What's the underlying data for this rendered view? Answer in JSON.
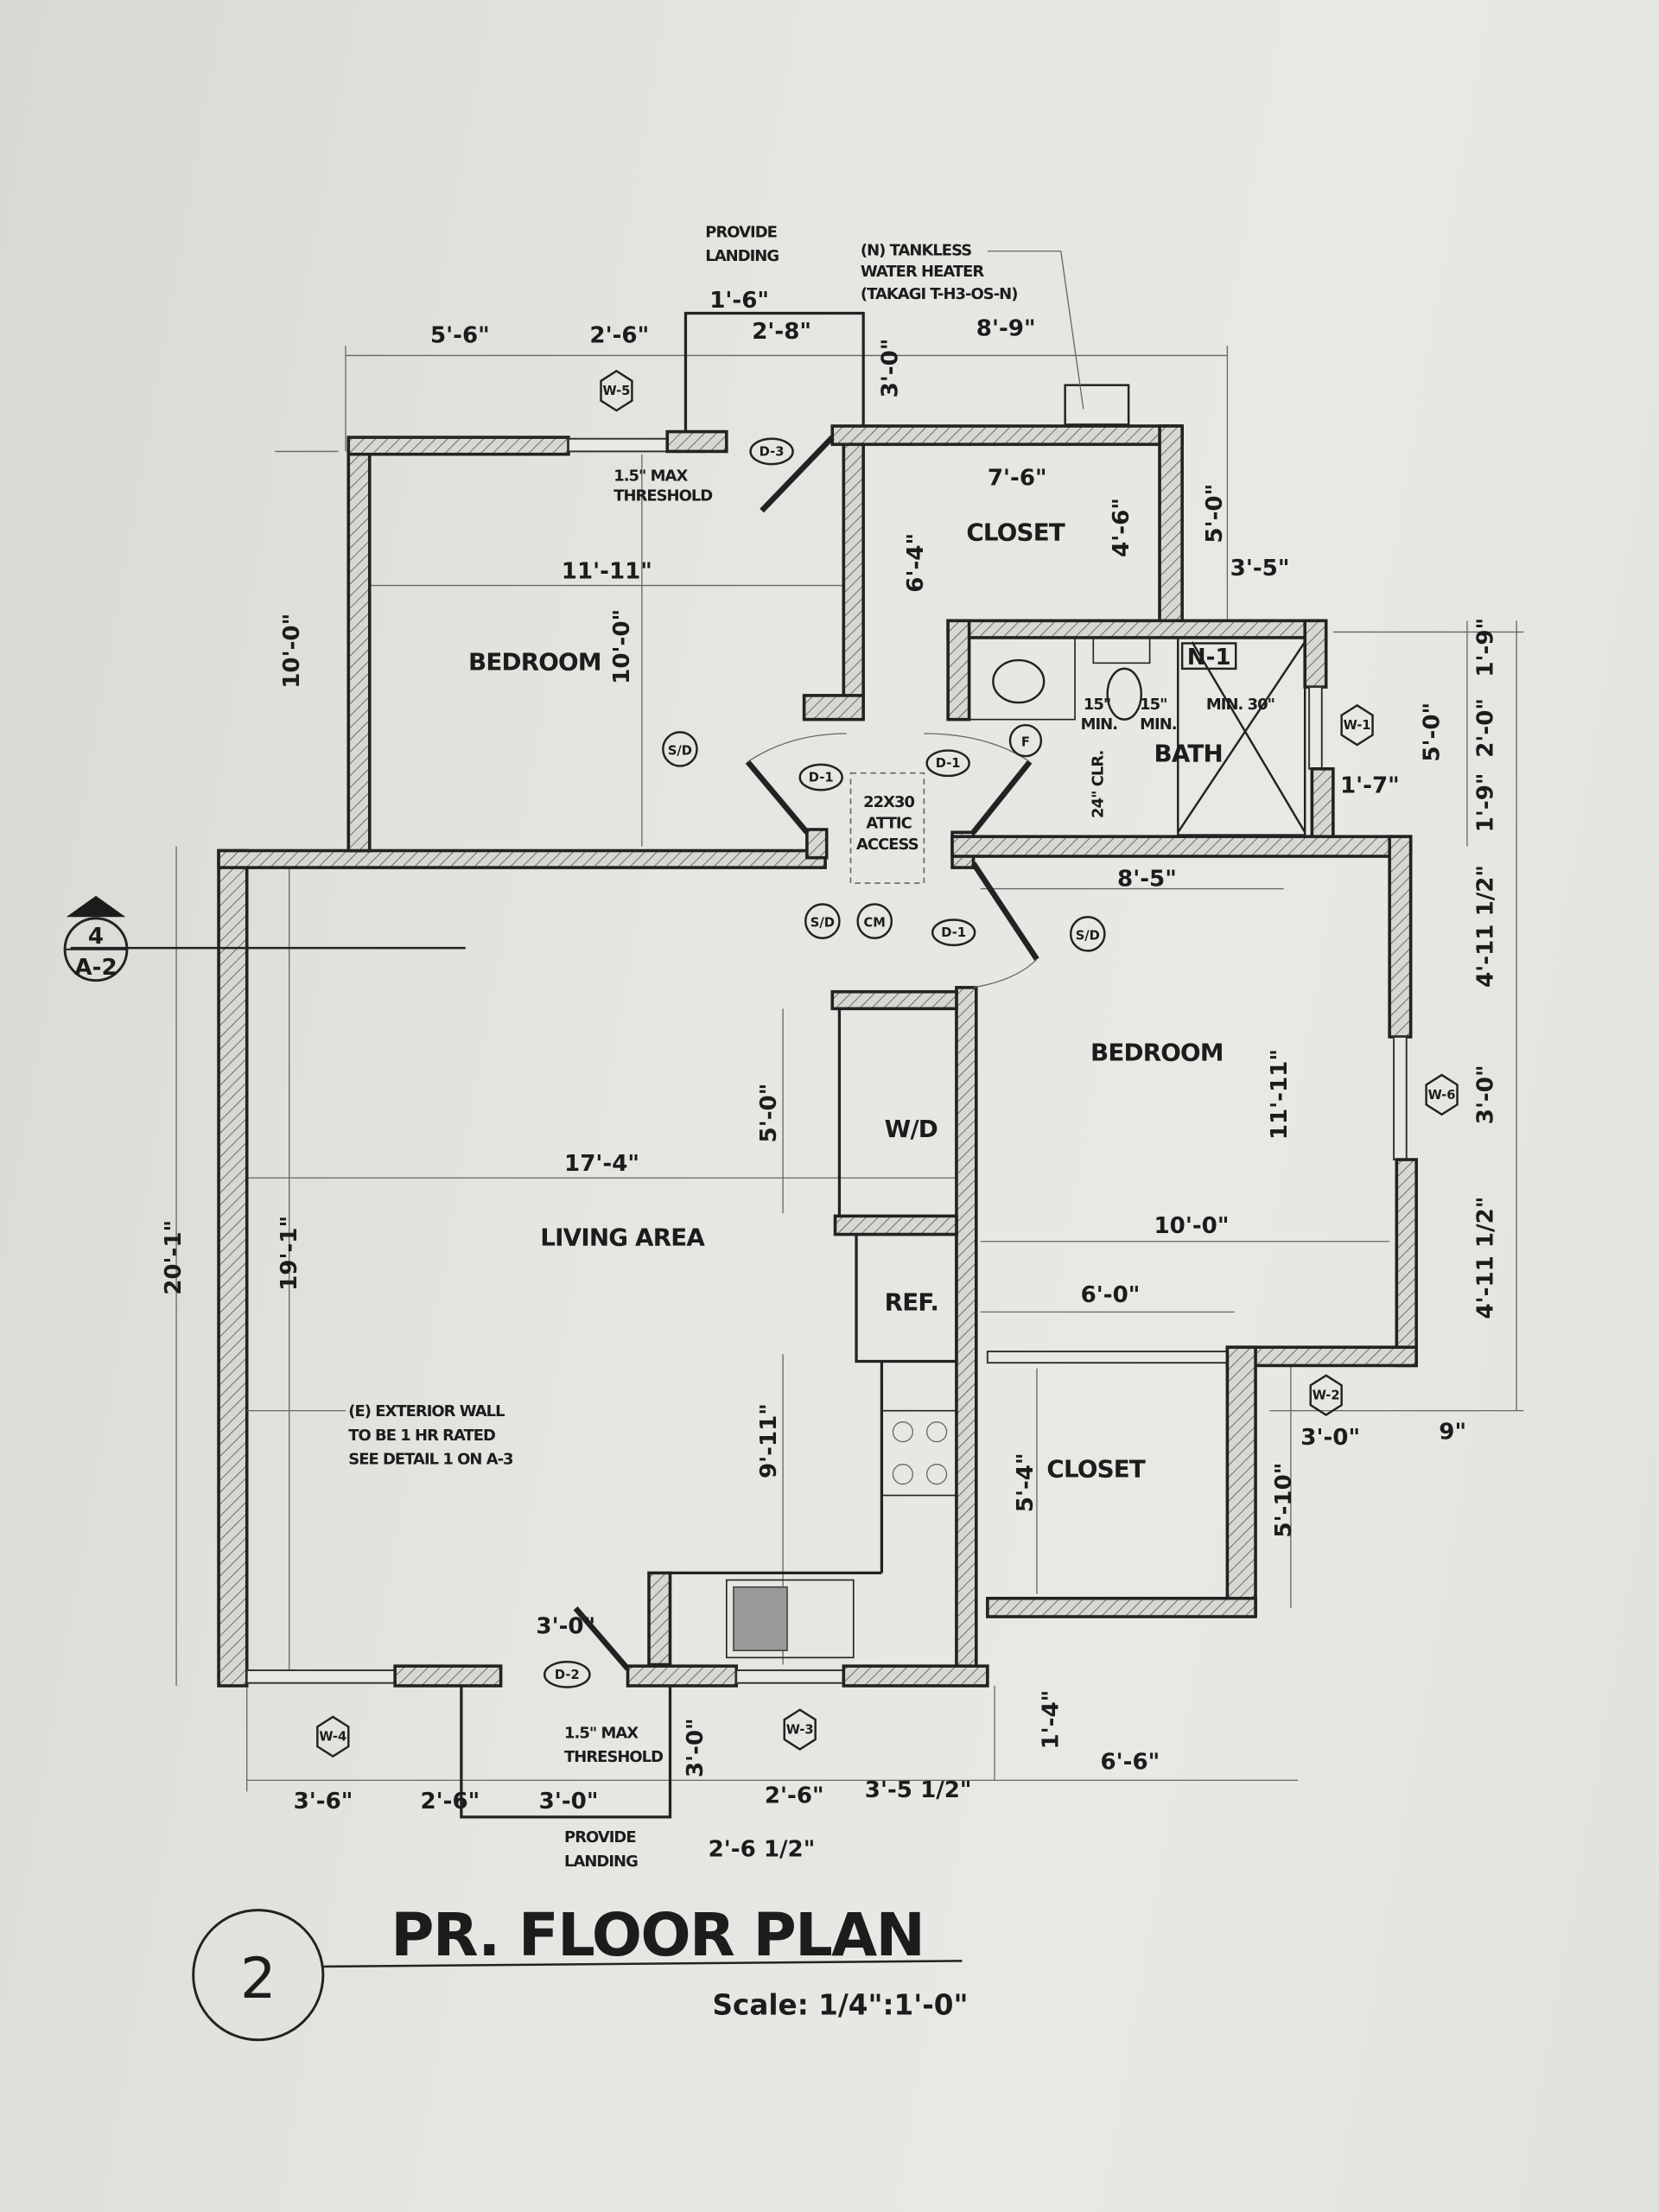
{
  "title": {
    "number": "2",
    "text": "PR. FLOOR PLAN",
    "scale": "Scale: 1/4\":1'-0\""
  },
  "section_marker": {
    "number": "4",
    "sheet": "A-2"
  },
  "rooms": {
    "bedroom1": "BEDROOM",
    "closet1": "CLOSET",
    "bath": "BATH",
    "bedroom2": "BEDROOM",
    "living": "LIVING AREA",
    "wd": "W/D",
    "ref": "REF.",
    "closet2": "CLOSET",
    "attic": [
      "22X30",
      "ATTIC",
      "ACCESS"
    ]
  },
  "notes": {
    "landing_top": [
      "PROVIDE",
      "LANDING"
    ],
    "water_heater": [
      "(N) TANKLESS",
      "WATER HEATER",
      "(TAKAGI T-H3-OS-N)"
    ],
    "threshold_top": [
      "1.5\" MAX",
      "THRESHOLD"
    ],
    "exterior_wall": [
      "(E) EXTERIOR WALL",
      "TO BE 1 HR RATED",
      "SEE DETAIL 1 ON A-3"
    ],
    "threshold_bottom": [
      "1.5\" MAX",
      "THRESHOLD"
    ],
    "landing_bottom": [
      "PROVIDE",
      "LANDING"
    ],
    "toilet_clear_left": [
      "15\"",
      "MIN."
    ],
    "toilet_clear_right": [
      "15\"",
      "MIN."
    ],
    "shower_min": "MIN. 30\"",
    "clear_24": "24\" CLR."
  },
  "dimensions": {
    "top_5_6": "5'-6\"",
    "top_2_6": "2'-6\"",
    "top_1_6": "1'-6\"",
    "top_2_8": "2'-8\"",
    "top_3_0": "3'-0\"",
    "top_8_9": "8'-9\"",
    "closet_7_6": "7'-6\"",
    "closet_4_6": "4'-6\"",
    "closet_6_4": "6'-4\"",
    "right_5_0": "5'-0\"",
    "right_3_5": "3'-5\"",
    "bed1_11_11": "11'-11\"",
    "bed1_10_0": "10'-0\"",
    "left_10_0": "10'-0\"",
    "bath_1_9a": "1'-9\"",
    "bath_2_0": "2'-0\"",
    "bath_1_9b": "1'-9\"",
    "bath_5_0": "5'-0\"",
    "bath_1_7": "1'-7\"",
    "bed2_8_5": "8'-5\"",
    "right_4_11a": "4'-11 1/2\"",
    "right_3_0": "3'-0\"",
    "right_4_11b": "4'-11 1/2\"",
    "bed2_11_11": "11'-11\"",
    "bed2_10_0": "10'-0\"",
    "bed2_6_0": "6'-0\"",
    "wd_5_0": "5'-0\"",
    "living_17_4": "17'-4\"",
    "left_20_1": "20'-1\"",
    "left_19_1": "19'-1\"",
    "kitchen_9_11": "9'-11\"",
    "closet2_5_4": "5'-4\"",
    "closet2_5_10": "5'-10\"",
    "w2_3_0": "3'-0\"",
    "w2_9": "9\"",
    "door_3_0": "3'-0\"",
    "bot_3_6": "3'-6\"",
    "bot_2_6a": "2'-6\"",
    "bot_3_0": "3'-0\"",
    "bot_3_0v": "3'-0\"",
    "bot_2_6b": "2'-6\"",
    "bot_3_5_half": "3'-5 1/2\"",
    "bot_2_6_half": "2'-6 1/2\"",
    "bot_1_4": "1'-4\"",
    "bot_6_6": "6'-6\""
  },
  "tags": {
    "w1": "W-1",
    "w2": "W-2",
    "w3": "W-3",
    "w4": "W-4",
    "w5": "W-5",
    "w6": "W-6",
    "d1": "D-1",
    "d2": "D-2",
    "d3": "D-3",
    "sd": "S/D",
    "cm": "CM",
    "f": "F",
    "n1": "N-1"
  }
}
